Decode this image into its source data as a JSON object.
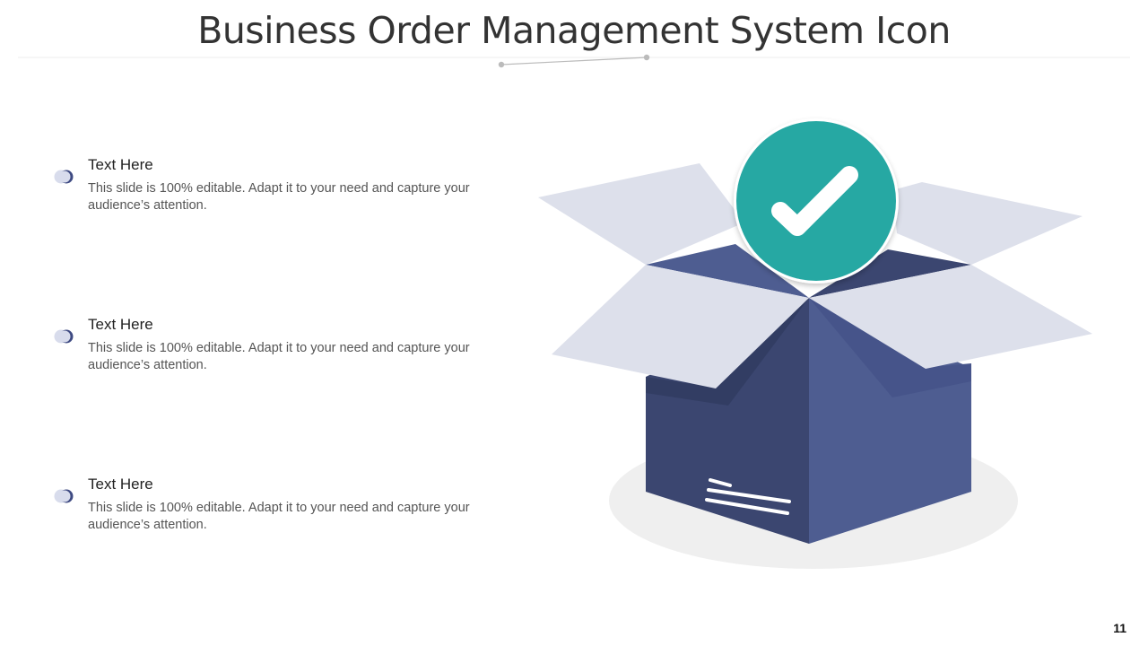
{
  "title": "Business Order Management System Icon",
  "items": [
    {
      "heading": "Text Here",
      "text": "This slide is 100% editable. Adapt it to your need and capture your audience’s attention."
    },
    {
      "heading": "Text Here",
      "text": "This slide is 100% editable. Adapt it to your need and capture your audience’s attention."
    },
    {
      "heading": "Text Here",
      "text": "This slide is 100% editable. Adapt it to your need and capture your audience’s attention."
    }
  ],
  "page_number": "11",
  "colors": {
    "title": "#333333",
    "box_dark": "#3b4670",
    "box_mid": "#4e5d91",
    "box_flap": "#dde0eb",
    "check_circle": "#28a8a3",
    "shadow": "#efefef",
    "bullet_light": "#d8dcec",
    "bullet_dark": "#3e4a82"
  },
  "icons": {
    "illustration": "open-box-with-checkmark-icon",
    "bullet": "toggle-dot-icon"
  }
}
